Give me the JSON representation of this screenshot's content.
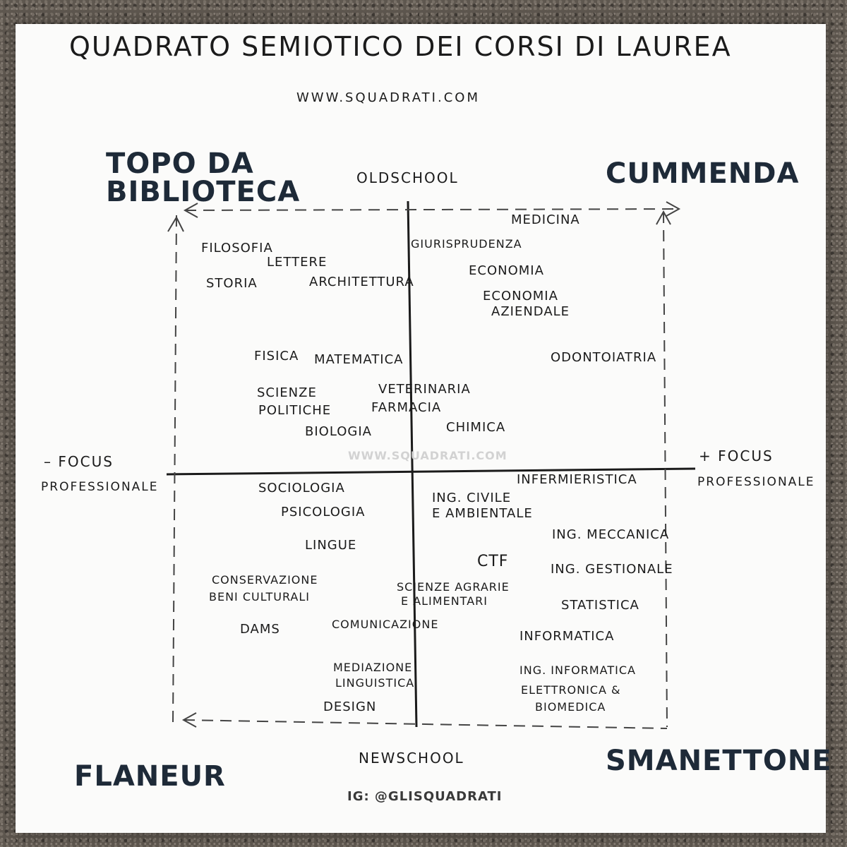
{
  "title": "QUADRATO SEMIOTICO DEI CORSI DI LAUREA",
  "website": "WWW.SQUADRATI.COM",
  "watermark": "WWW.SQUADRATI.COM",
  "instagram": "IG: @GLISQUADRATI",
  "corners": {
    "top_left": "TOPO DA BIBLIOTECA",
    "top_right": "CUMMENDA",
    "bottom_left": "FLANEUR",
    "bottom_right": "SMANETTONE"
  },
  "axes": {
    "top": "OLDSCHOOL",
    "bottom": "NEWSCHOOL",
    "left_line1": "– FOCUS",
    "left_line2": "PROFESSIONALE",
    "right_line1": "+ FOCUS",
    "right_line2": "PROFESSIONALE"
  },
  "courses": {
    "filosofia": "FILOSOFIA",
    "lettere": "LETTERE",
    "storia": "STORIA",
    "architettura": "ARCHITETTURA",
    "medicina": "MEDICINA",
    "giurisprudenza": "GIURISPRUDENZA",
    "economia": "ECONOMIA",
    "economia_aziendale_1": "ECONOMIA",
    "economia_aziendale_2": "AZIENDALE",
    "fisica": "FISICA",
    "matematica": "MATEMATICA",
    "odontoiatria": "ODONTOIATRIA",
    "scienze_politiche_1": "SCIENZE",
    "scienze_politiche_2": "POLITICHE",
    "veterinaria": "VETERINARIA",
    "farmacia": "FARMACIA",
    "biologia": "BIOLOGIA",
    "chimica": "CHIMICA",
    "sociologia": "SOCIOLOGIA",
    "infermieristica": "INFERMIERISTICA",
    "ing_civile_1": "ING. CIVILE",
    "ing_civile_2": "E AMBIENTALE",
    "psicologia": "PSICOLOGIA",
    "lingue": "LINGUE",
    "ing_meccanica": "ING. MECCANICA",
    "ctf": "CTF",
    "ing_gestionale": "ING. GESTIONALE",
    "conservazione_1": "CONSERVAZIONE",
    "conservazione_2": "BENI CULTURALI",
    "scienze_agrarie_1": "SCIENZE AGRARIE",
    "scienze_agrarie_2": "E ALIMENTARI",
    "statistica": "STATISTICA",
    "dams": "DAMS",
    "comunicazione": "COMUNICAZIONE",
    "informatica": "INFORMATICA",
    "mediazione_1": "MEDIAZIONE",
    "mediazione_2": "LINGUISTICA",
    "ing_informatica_1": "ING. INFORMATICA",
    "ing_informatica_2": "ELETTRONICA &",
    "ing_informatica_3": "BIOMEDICA",
    "design": "DESIGN"
  },
  "colors": {
    "ink": "#1b1b1b",
    "corner_ink": "#1e2a38",
    "paper": "#fbfbfa",
    "background": "#5e574f"
  }
}
